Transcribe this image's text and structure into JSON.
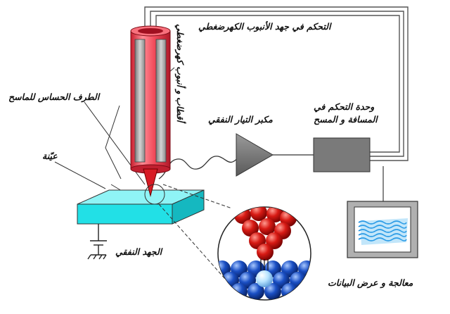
{
  "labels": {
    "piezo_voltage_control": "التحكم في جهد الأنبوب الكهرضغطي",
    "piezo_tube_electrodes": "أقطاب و أنبوب كهرضغطي",
    "scanning_tip": "الطرف الحساس للماسح",
    "sample": "عيّنة",
    "tunnel_current_amplifier": "مكبر التيار النفقي",
    "distance_scan_control_line1": "وحدة التحكم في",
    "distance_scan_control_line2": "المسافة و المسح",
    "tunnel_voltage": "الجهد النفقي",
    "data_processing_display": "معالجة و عرض البيانات"
  },
  "colors": {
    "piezo_tube": "#e83a4a",
    "electrode": "#a8a8a8",
    "sample": "#22e0e6",
    "tip_atoms": "#cc1010",
    "surface_atoms": "#1a4fc4",
    "amplifier": "#7a7a7a",
    "control_unit": "#7a7a7a",
    "monitor_screen": "#4fb8f0"
  }
}
